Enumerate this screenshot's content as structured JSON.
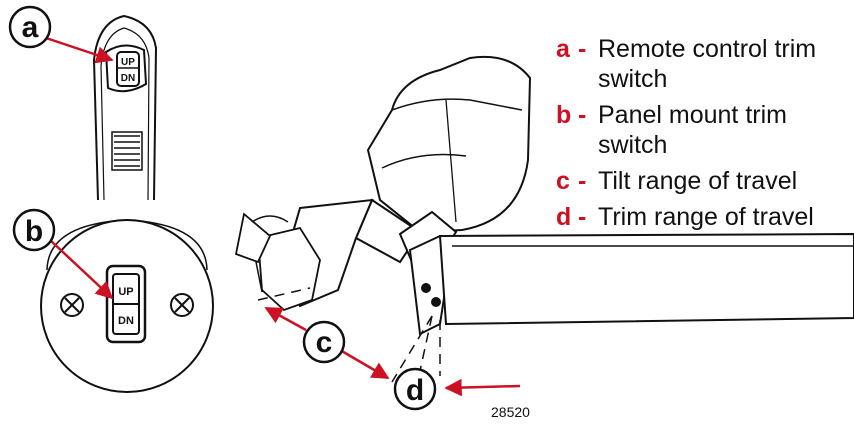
{
  "callouts": {
    "a": "a",
    "b": "b",
    "c": "c",
    "d": "d"
  },
  "switch_labels": {
    "up": "UP",
    "down": "DN"
  },
  "legend": [
    {
      "key": "a",
      "dash": "-",
      "text": "Remote control trim switch"
    },
    {
      "key": "b",
      "dash": "-",
      "text": "Panel mount trim switch"
    },
    {
      "key": "c",
      "dash": "-",
      "text": "Tilt range of travel"
    },
    {
      "key": "d",
      "dash": "-",
      "text": "Trim range of travel"
    }
  ],
  "figure_number": "28520",
  "colors": {
    "callout": "#cc1122",
    "line_art": "#111111",
    "background": "#ffffff"
  }
}
